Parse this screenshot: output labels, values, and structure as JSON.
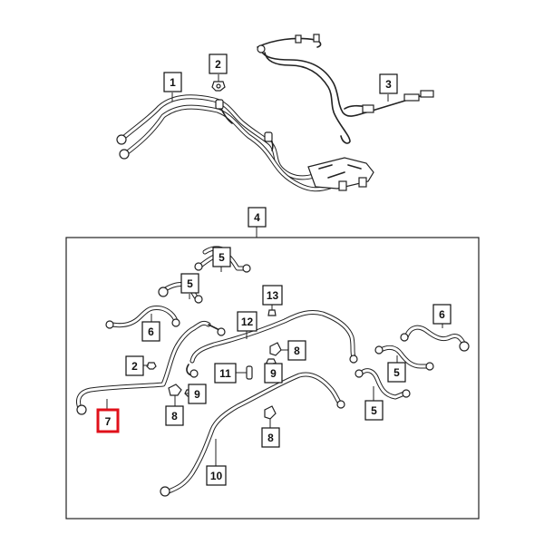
{
  "diagram": {
    "callouts": {
      "c1": "1",
      "c2_top": "2",
      "c3": "3",
      "c4": "4",
      "c5_a": "5",
      "c5_b": "5",
      "c5_c": "5",
      "c5_d": "5",
      "c6_left": "6",
      "c6_right": "6",
      "c13": "13",
      "c12": "12",
      "c2_inner": "2",
      "c11": "11",
      "c9_a": "9",
      "c9_b": "9",
      "c8_a": "8",
      "c8_b": "8",
      "c8_c": "8",
      "c7": "7",
      "c10": "10"
    },
    "highlight_color": "#e0101a"
  }
}
